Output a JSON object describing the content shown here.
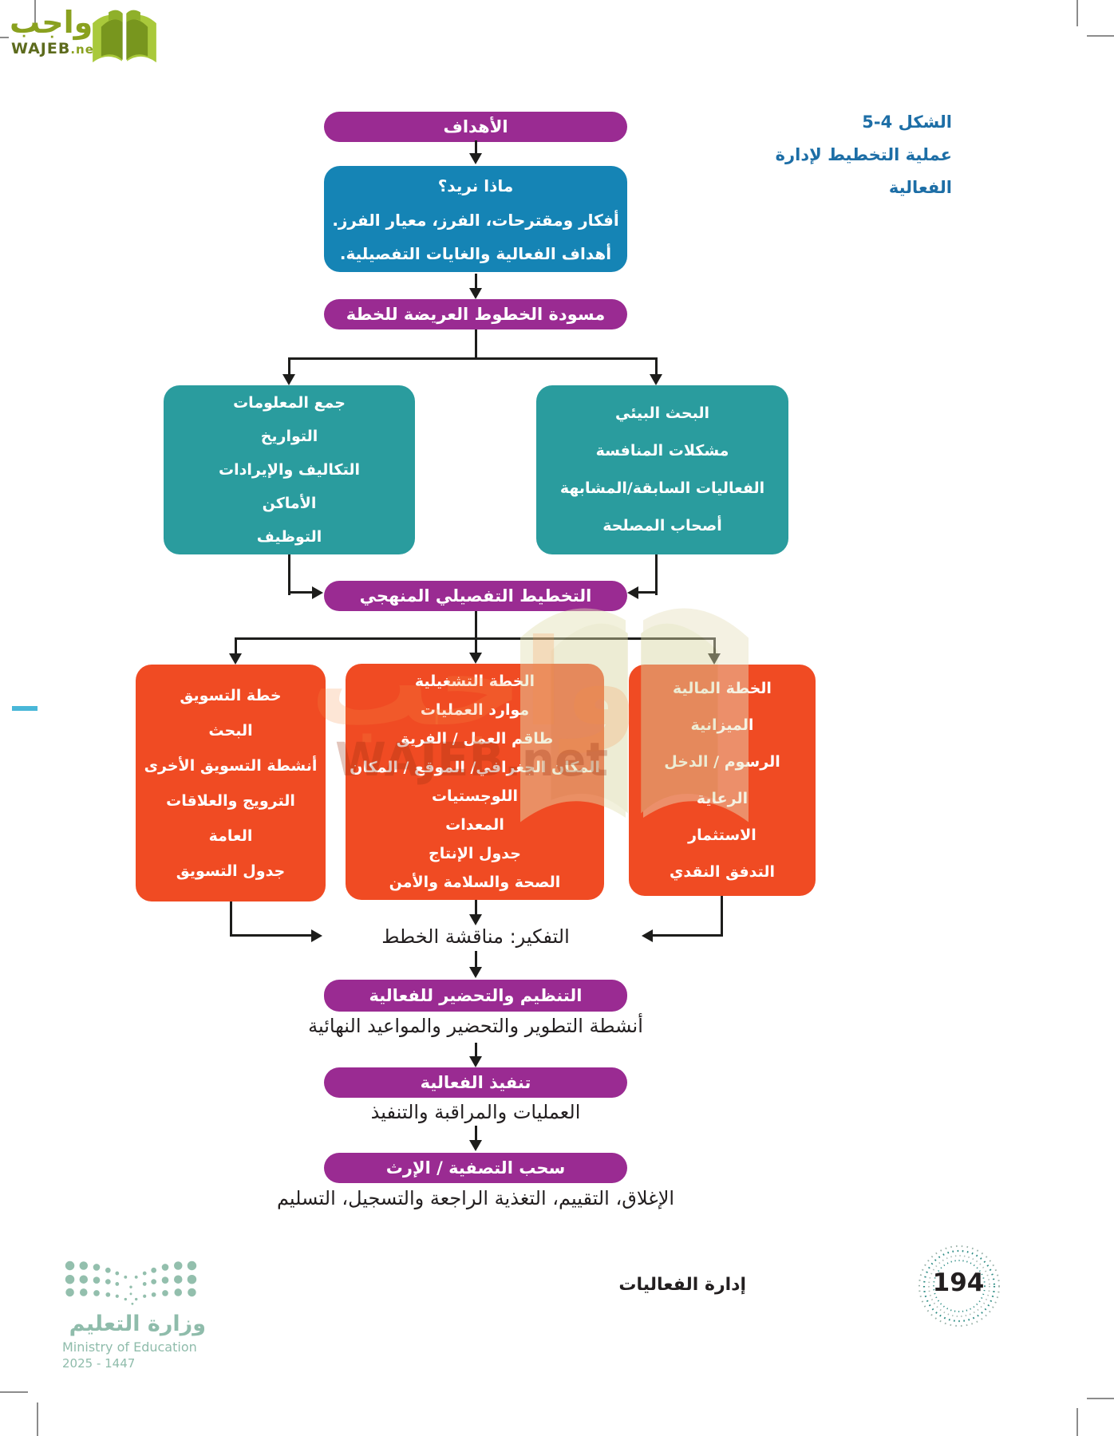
{
  "brand": {
    "ar": "واجب",
    "en": "WAJEB",
    "tld": ".net"
  },
  "watermark": {
    "center_ar": "واجب",
    "center_en": "WAJEB.net"
  },
  "caption": {
    "figure_label": "الشكل 4-5",
    "line1": "عملية التخطيط لإدارة",
    "line2": "الفعالية"
  },
  "flow": {
    "objectives": "الأهداف",
    "what_we_want": {
      "title": "ماذا نريد؟",
      "line1": "أفكار ومقترحات، الفرز، معيار الفرز.",
      "line2": "أهداف الفعالية والغايات التفصيلية."
    },
    "draft_outline": "مسودة الخطوط العريضة للخطة",
    "info_gathering": {
      "lines": [
        "جمع المعلومات",
        "التواريخ",
        "التكاليف والإيرادات",
        "الأماكن",
        "التوظيف"
      ]
    },
    "env_research": {
      "lines": [
        "البحث البيئي",
        "مشكلات المنافسة",
        "الفعاليات السابقة/المشابهة",
        "أصحاب المصلحة"
      ]
    },
    "detailed_planning": "التخطيط التفصيلي المنهجي",
    "marketing_plan": {
      "lines": [
        "خطة التسويق",
        "البحث",
        "أنشطة التسويق الأخرى",
        "الترويج والعلاقات",
        "العامة",
        "جدول التسويق"
      ]
    },
    "operational_plan": {
      "lines": [
        "الخطة التشغيلية",
        "موارد العمليات",
        "طاقم العمل / الفريق",
        "المكان الجغرافي/ الموقع / المكان",
        "اللوجستيات",
        "المعدات",
        "جدول الإنتاج",
        "الصحة والسلامة والأمن"
      ]
    },
    "financial_plan": {
      "lines": [
        "الخطة المالية",
        "الميزانية",
        "الرسوم / الدخل",
        "الرعاية",
        "الاستثمار",
        "التدفق النقدي"
      ]
    },
    "thinking_note": "التفكير: مناقشة الخطط",
    "organize": "التنظيم والتحضير للفعالية",
    "organize_note": "أنشطة التطوير والتحضير والمواعيد النهائية",
    "execute": "تنفيذ الفعالية",
    "execute_note": "العمليات والمراقبة والتنفيذ",
    "wrapup": "سحب التصفية / الإرث",
    "wrapup_note": "الإغلاق، التقييم، التغذية الراجعة والتسجيل، التسليم"
  },
  "footer": {
    "section_title": "إدارة الفعاليات",
    "page_number": "194",
    "ministry_ar": "وزارة التعليم",
    "ministry_en": "Ministry of Education",
    "years": "2025 - 1447"
  },
  "colors": {
    "purple": "#9a2b92",
    "blue": "#1584b5",
    "teal": "#2a9c9e",
    "orange": "#f04b23",
    "caption_blue": "#1d6ea6",
    "logo_green": "#8aa11f",
    "ministry_green": "#8fbcab",
    "arrow_black": "#1d1d1b",
    "left_dash_blue": "#49b7d8"
  }
}
